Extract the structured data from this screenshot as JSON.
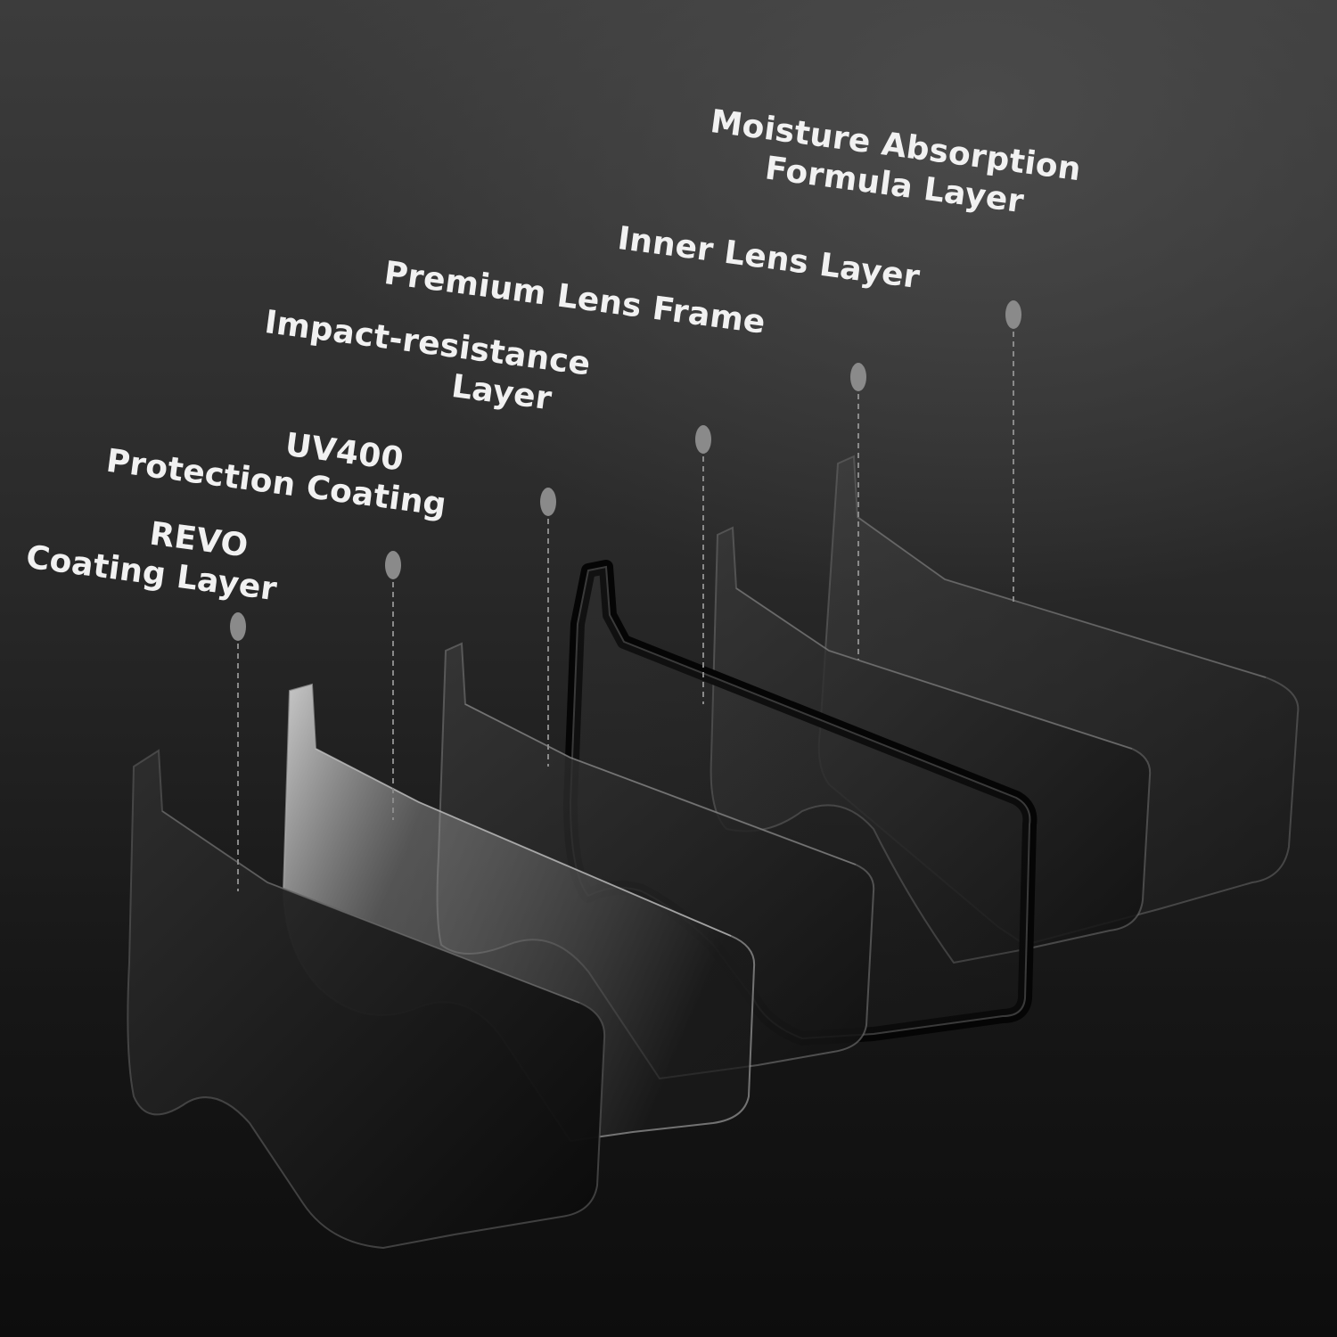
{
  "layers": [
    {
      "id": "revo",
      "lines": [
        "REVO",
        "Coating Layer"
      ]
    },
    {
      "id": "uv400",
      "lines": [
        "UV400",
        "Protection Coating"
      ]
    },
    {
      "id": "impact",
      "lines": [
        "Impact-resistance",
        "Layer"
      ]
    },
    {
      "id": "frame",
      "lines": [
        "Premium Lens Frame"
      ]
    },
    {
      "id": "inner",
      "lines": [
        "Inner Lens Layer"
      ]
    },
    {
      "id": "moisture",
      "lines": [
        "Moisture Absorption",
        "Formula Layer"
      ]
    }
  ],
  "colors": {
    "background_top": "#3c3c3c",
    "background_bottom": "#0d0d0d",
    "label_text": "#f1f1f1",
    "callout_dot": "#8a8a8a"
  }
}
